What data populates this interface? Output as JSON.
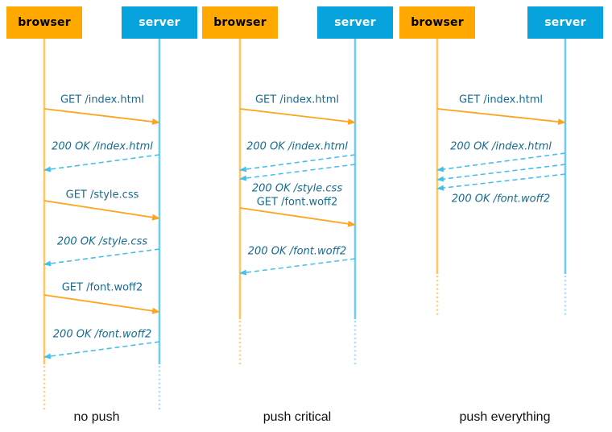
{
  "colors": {
    "browser_box": "#FFA802",
    "server_box": "#06A3DD",
    "browser_lifeline": "#FFC661",
    "browser_lifeline_dotted": "#FBCE84",
    "server_lifeline": "#72CBF0",
    "server_lifeline_dotted": "#A6DFF5",
    "request_arrow": "#FFA41E",
    "response_arrow": "#45BFEC",
    "message_text": "#166B91",
    "caption_text": "#111111"
  },
  "panels": [
    {
      "caption": "no push",
      "browser_label": "browser",
      "server_label": "server",
      "messages": {
        "req_index": "GET /index.html",
        "resp_index": "200 OK /index.html",
        "req_style": "GET /style.css",
        "resp_style": "200 OK /style.css",
        "req_font": "GET /font.woff2",
        "resp_font": "200 OK /font.woff2"
      }
    },
    {
      "caption": "push critical",
      "browser_label": "browser",
      "server_label": "server",
      "messages": {
        "req_index": "GET /index.html",
        "resp_index": "200 OK /index.html",
        "resp_style": "200 OK /style.css",
        "req_font": "GET /font.woff2",
        "resp_font": "200 OK /font.woff2"
      }
    },
    {
      "caption": "push everything",
      "browser_label": "browser",
      "server_label": "server",
      "messages": {
        "req_index": "GET /index.html",
        "resp_index": "200 OK /index.html",
        "resp_font": "200 OK /font.woff2"
      }
    }
  ]
}
